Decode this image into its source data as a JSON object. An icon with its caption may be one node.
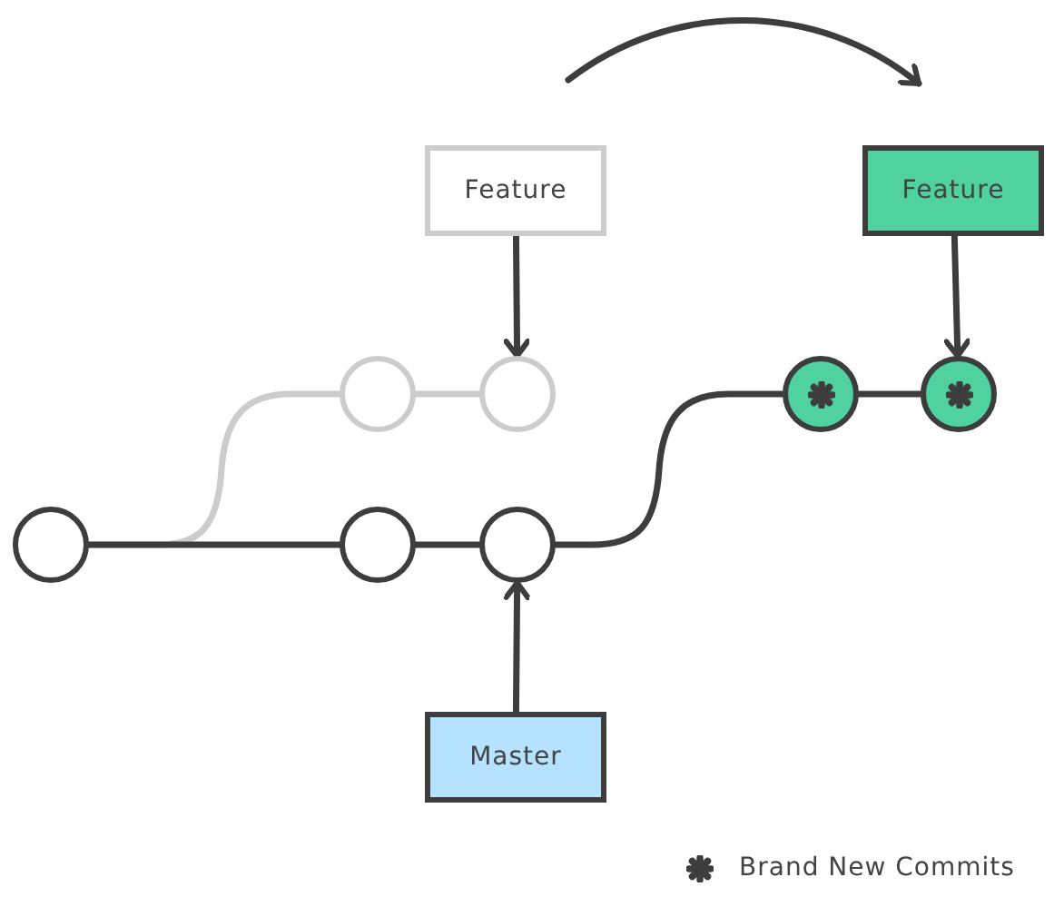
{
  "diagram": {
    "nodes": [
      {
        "text": [
          "Feature"
        ]
      },
      {
        "text": [
          "Feature"
        ]
      },
      {
        "text": [],
        "shape": "circle"
      },
      {
        "text": [],
        "shape": "circle"
      },
      {
        "text": [],
        "shape": "circle"
      },
      {
        "text": [],
        "shape": "circle"
      },
      {
        "text": [],
        "shape": "circle"
      },
      {
        "text": [],
        "shape": "circle"
      },
      {
        "text": [],
        "shape": "circle"
      },
      {
        "text": [
          "Master"
        ]
      }
    ],
    "edges": [
      {
        "from": 0,
        "to": 3,
        "arrow": "to"
      },
      {
        "from": 1,
        "to": 5,
        "arrow": "to"
      },
      {
        "from": 9,
        "to": 8,
        "arrow": "to"
      },
      {
        "from": 6,
        "to": 7,
        "arrow": "none"
      },
      {
        "from": 7,
        "to": 8,
        "arrow": "none"
      },
      {
        "from": 8,
        "to": 4,
        "arrow": "none"
      },
      {
        "from": 4,
        "to": 5,
        "arrow": "none"
      },
      {
        "from": 6,
        "to": 2,
        "arrow": "none",
        "color": "#cccccc"
      },
      {
        "from": 2,
        "to": 3,
        "arrow": "none",
        "color": "#cccccc"
      }
    ],
    "legend": [
      {
        "text": "Brand New Commits"
      }
    ]
  }
}
